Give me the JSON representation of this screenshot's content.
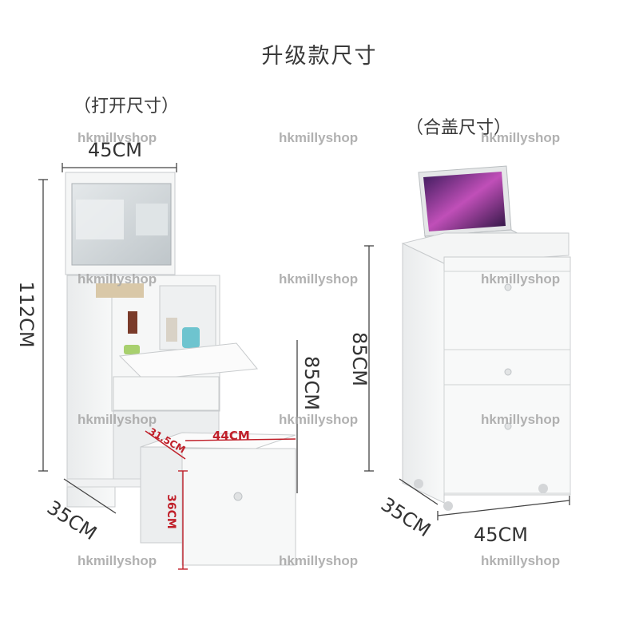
{
  "title": "升级款尺寸",
  "labels": {
    "open": "（打开尺寸）",
    "closed": "（合盖尺寸）"
  },
  "watermark": "hkmillyshop",
  "dimensions": {
    "open_width": "45CM",
    "open_height": "112CM",
    "open_depth": "35CM",
    "open_desk_height": "85CM",
    "stool_depth": "31.5CM",
    "stool_width": "44CM",
    "stool_height": "36CM",
    "closed_height": "85CM",
    "closed_depth": "35CM",
    "closed_width": "45CM"
  },
  "colors": {
    "furniture": "#f7f8f8",
    "edge": "#c9ccce",
    "accent_red": "#c0202a",
    "line": "#444444"
  }
}
